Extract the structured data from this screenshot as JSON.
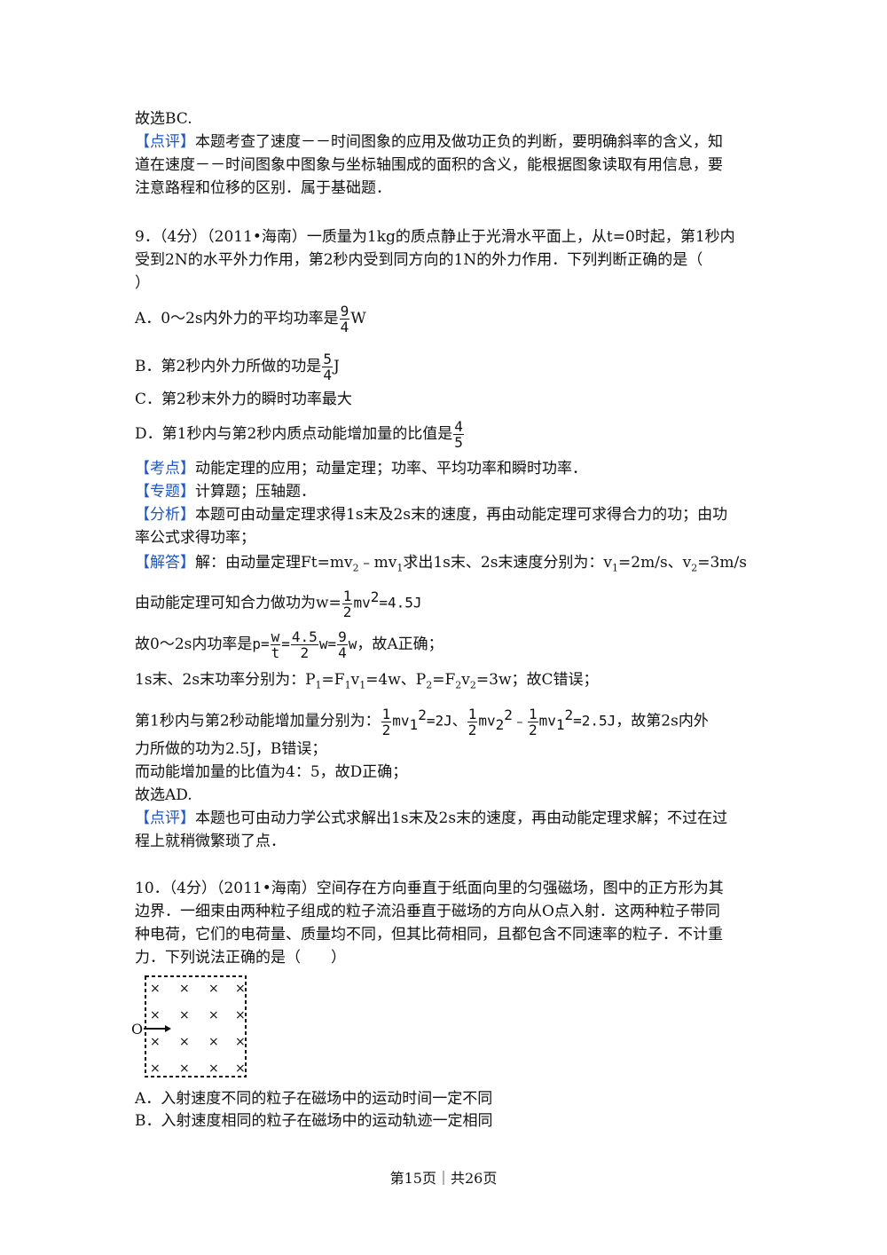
{
  "prev": {
    "conclusion": "故选BC.",
    "comment_tag": "【点评】",
    "comment_1": "本题考查了速度－－时间图象的应用及做功正负的判断，要明确斜率的含义，知",
    "comment_2": "道在速度－－时间图象中图象与坐标轴围成的面积的含义，能根据图象读取有用信息，要",
    "comment_3": "注意路程和位移的区别．属于基础题．"
  },
  "q9": {
    "line1": "9．（4分）（2011•海南）一质量为1kg的质点静止于光滑水平面上，从t=0时起，第1秒内",
    "line2": "受到2N的水平外力作用，第2秒内受到同方向的1N的外力作用．下列判断正确的是（",
    "line3": "）",
    "optA": "A．0～2s内外力的平均功率是",
    "optA_num": "9",
    "optA_den": "4",
    "optA_unit": "W",
    "optB": "B．第2秒内外力所做的功是",
    "optB_num": "5",
    "optB_den": "4",
    "optB_unit": "J",
    "optC": "C．第2秒末外力的瞬时功率最大",
    "optD": "D．第1秒内与第2秒内质点动能增加量的比值是",
    "optD_num": "4",
    "optD_den": "5",
    "kaodian_tag": "【考点】",
    "kaodian": "动能定理的应用；动量定理；功率、平均功率和瞬时功率．",
    "zhuanti_tag": "【专题】",
    "zhuanti": "计算题；压轴题．",
    "fenxi_tag": "【分析】",
    "fenxi_1": "本题可由动量定理求得1s末及2s末的速度，再由动能定理可求得合力的功；由功",
    "fenxi_2": "率公式求得功率；",
    "jieda_tag": "【解答】",
    "jieda_1a": "解：由动量定理Ft=mv",
    "jieda_1b": "﹣mv",
    "jieda_1c": "求出1s末、2s末速度分别为：v",
    "jieda_1d": "=2m/s、v",
    "jieda_1e": "=3m/s",
    "sub1": "1",
    "sub2": "2",
    "sup2": "2",
    "work_a": "由动能定理可知合力做功为w=",
    "work_half_num": "1",
    "work_half_den": "2",
    "work_mv": "mv",
    "work_val": "=4.5J",
    "power_a": "故0～2s内功率是",
    "power_p": "p=",
    "power_w": "w",
    "power_t": "t",
    "power_45": "4.5",
    "power_2": "2",
    "power_weq": "w=",
    "power_9": "9",
    "power_4": "4",
    "power_w2": "w",
    "power_end": "，故A正确；",
    "inst_a": "1s末、2s末功率分别为：P",
    "inst_b": "=F",
    "inst_c": "v",
    "inst_d": "=4w、P",
    "inst_e": "=F",
    "inst_f": "v",
    "inst_g": "=3w；故C错误；",
    "ke_a": "第1秒内与第2秒动能增加量分别为：",
    "ke_mv": "mv",
    "ke_v1val": "=2J、",
    "ke_minus": "﹣",
    "ke_v2val": "=2.5J",
    "ke_end": "，故第2s内外",
    "ke_line2": "力所做的功为2.5J，B错误；",
    "ratio": "而动能增加量的比值为4：5，故D正确；",
    "conclusion": "故选AD.",
    "comment_tag": "【点评】",
    "comment_1": "本题也可由动力学公式求解出1s末及2s末的速度，再由动能定理求解；不过在过",
    "comment_2": "程上就稍微繁琐了点．"
  },
  "q10": {
    "line1": "10．（4分）（2011•海南）空间存在方向垂直于纸面向里的匀强磁场，图中的正方形为其",
    "line2": "边界．一细束由两种粒子组成的粒子流沿垂直于磁场的方向从O点入射．这两种粒子带同",
    "line3": "种电荷，它们的电荷量、质量均不同，但其比荷相同，且都包含不同速率的粒子．不计重",
    "line4": "力．下列说法正确的是（　　）",
    "fig_label_O": "O",
    "fig_mark": "×",
    "optA": "A．入射速度不同的粒子在磁场中的运动时间一定不同",
    "optB": "B．入射速度相同的粒子在磁场中的运动轨迹一定相同"
  },
  "footer": "第15页｜共26页"
}
